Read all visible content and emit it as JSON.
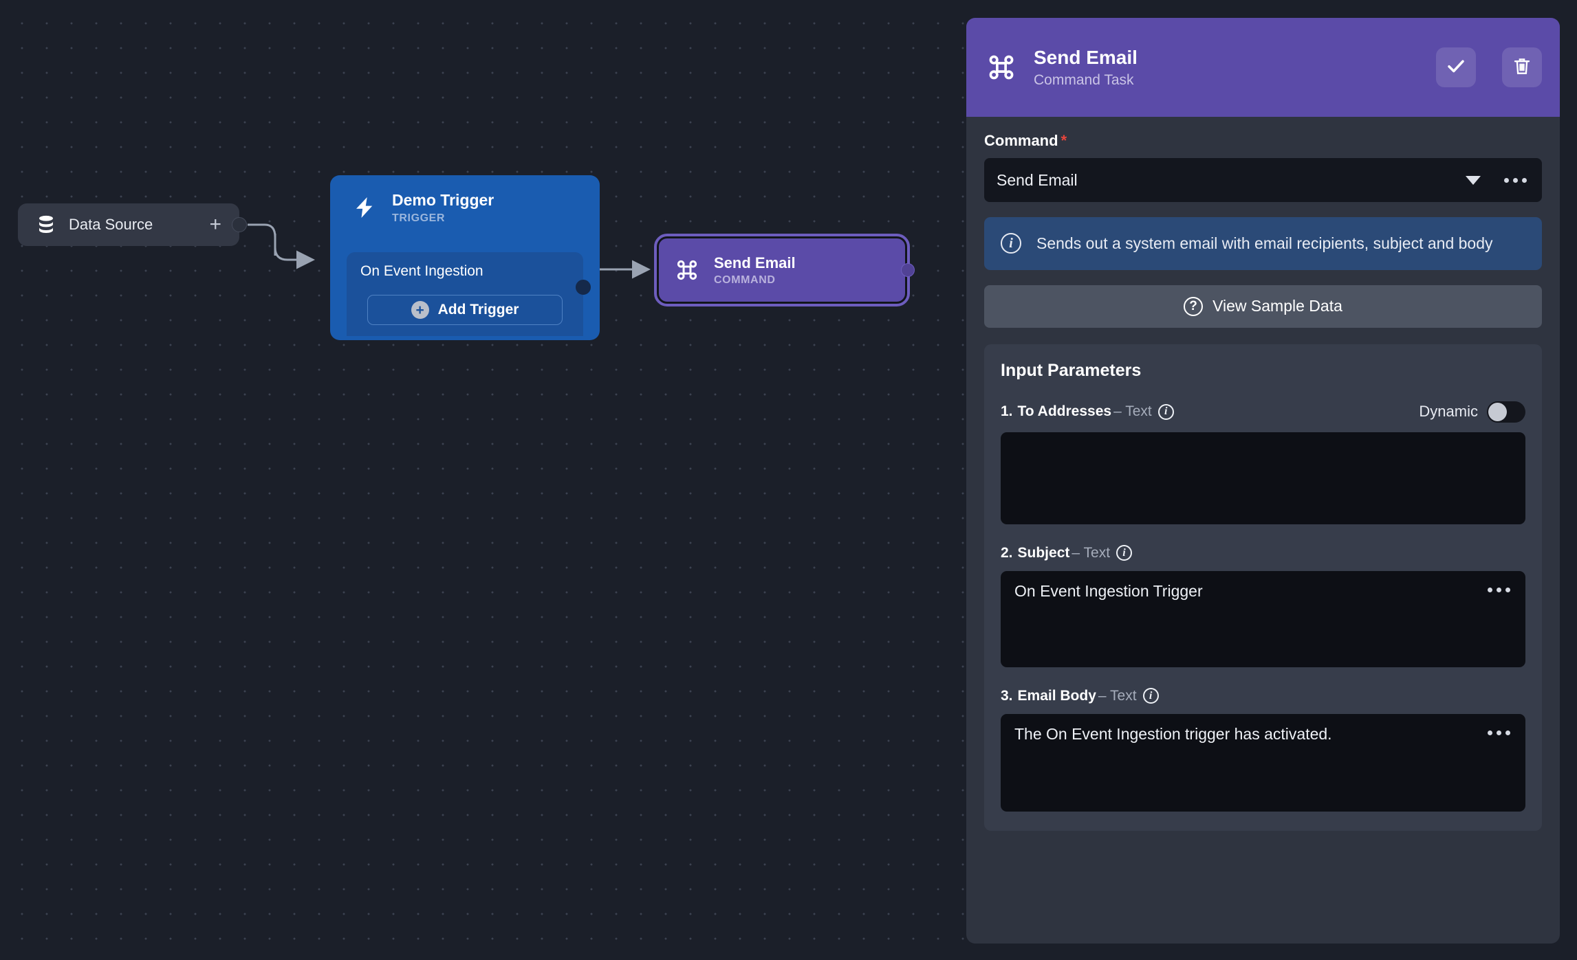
{
  "canvas": {
    "nodes": {
      "data_source": {
        "label": "Data Source",
        "icon": "database-icon",
        "add_label": "+"
      },
      "demo_trigger": {
        "title": "Demo Trigger",
        "subtitle": "TRIGGER",
        "icon": "lightning-bolt-icon",
        "event_label": "On Event Ingestion",
        "add_trigger_label": "Add Trigger"
      },
      "send_email_command": {
        "title": "Send Email",
        "subtitle": "COMMAND",
        "icon": "command-icon",
        "selected": true
      }
    }
  },
  "panel": {
    "header": {
      "icon": "command-icon",
      "title": "Send Email",
      "subtitle": "Command Task",
      "confirm_icon": "check-icon",
      "delete_icon": "trash-icon",
      "accent_color": "#5b4ba8"
    },
    "command_field": {
      "label": "Command",
      "required_marker": "*",
      "value": "Send Email",
      "chevron_icon": "chevron-down-icon",
      "more_icon": "ellipsis-icon"
    },
    "command_description": {
      "icon": "info-icon",
      "text": "Sends out a system email with email recipients, subject and body",
      "background_color": "#2b4a77"
    },
    "view_sample_data": {
      "label": "View Sample Data",
      "icon": "question-circle-icon"
    },
    "input_parameters": {
      "title": "Input Parameters",
      "dynamic_label": "Dynamic",
      "items": [
        {
          "index": "1.",
          "name": "To Addresses",
          "type": "– Text",
          "info_icon": "info-icon",
          "value": "",
          "redacted": true,
          "has_dynamic_toggle": true,
          "dynamic_on": false,
          "more_icon": "ellipsis-icon"
        },
        {
          "index": "2.",
          "name": "Subject",
          "type": "– Text",
          "info_icon": "info-icon",
          "value": "On Event Ingestion Trigger",
          "redacted": false,
          "has_dynamic_toggle": false,
          "more_icon": "ellipsis-icon"
        },
        {
          "index": "3.",
          "name": "Email Body",
          "type": "– Text",
          "info_icon": "info-icon",
          "value": "The On Event Ingestion trigger has activated.",
          "redacted": false,
          "has_dynamic_toggle": false,
          "more_icon": "ellipsis-icon"
        }
      ]
    }
  }
}
